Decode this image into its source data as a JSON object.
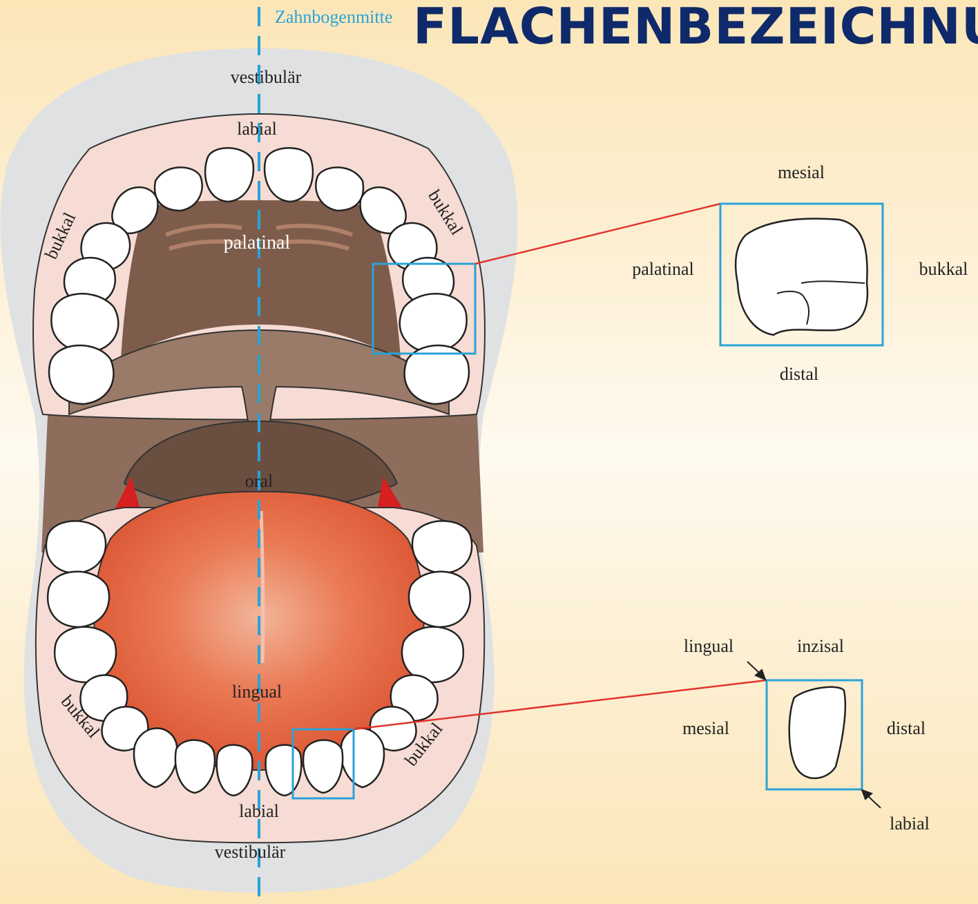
{
  "title": "FLACHENBEZEICHNU",
  "labels": {
    "midline": "Zahnbogenmitte",
    "vestibular_top": "vestibulär",
    "labial_top": "labial",
    "palatinal_mouth": "palatinal",
    "bukkal_upper_left": "bukkal",
    "bukkal_upper_right": "bukkal",
    "oral": "oral",
    "lingual_mouth": "lingual",
    "bukkal_lower_left": "bukkal",
    "bukkal_lower_right": "bukkal",
    "labial_bottom": "labial",
    "vestibular_bottom": "vestibulär"
  },
  "molar_detail": {
    "top": "mesial",
    "left": "palatinal",
    "right": "bukkal",
    "bottom": "distal"
  },
  "incisor_detail": {
    "top_left": "lingual",
    "top_right": "inzisal",
    "left": "mesial",
    "right": "distal",
    "bottom_right": "labial"
  },
  "colors": {
    "title": "#0f2a6b",
    "midline": "#2aa3d8",
    "highlight_box": "#2aa3d8",
    "connector": "#e2332b",
    "tongue": "#e0603c",
    "palate": "#7d5c4b",
    "gum": "#f6dcd4"
  }
}
